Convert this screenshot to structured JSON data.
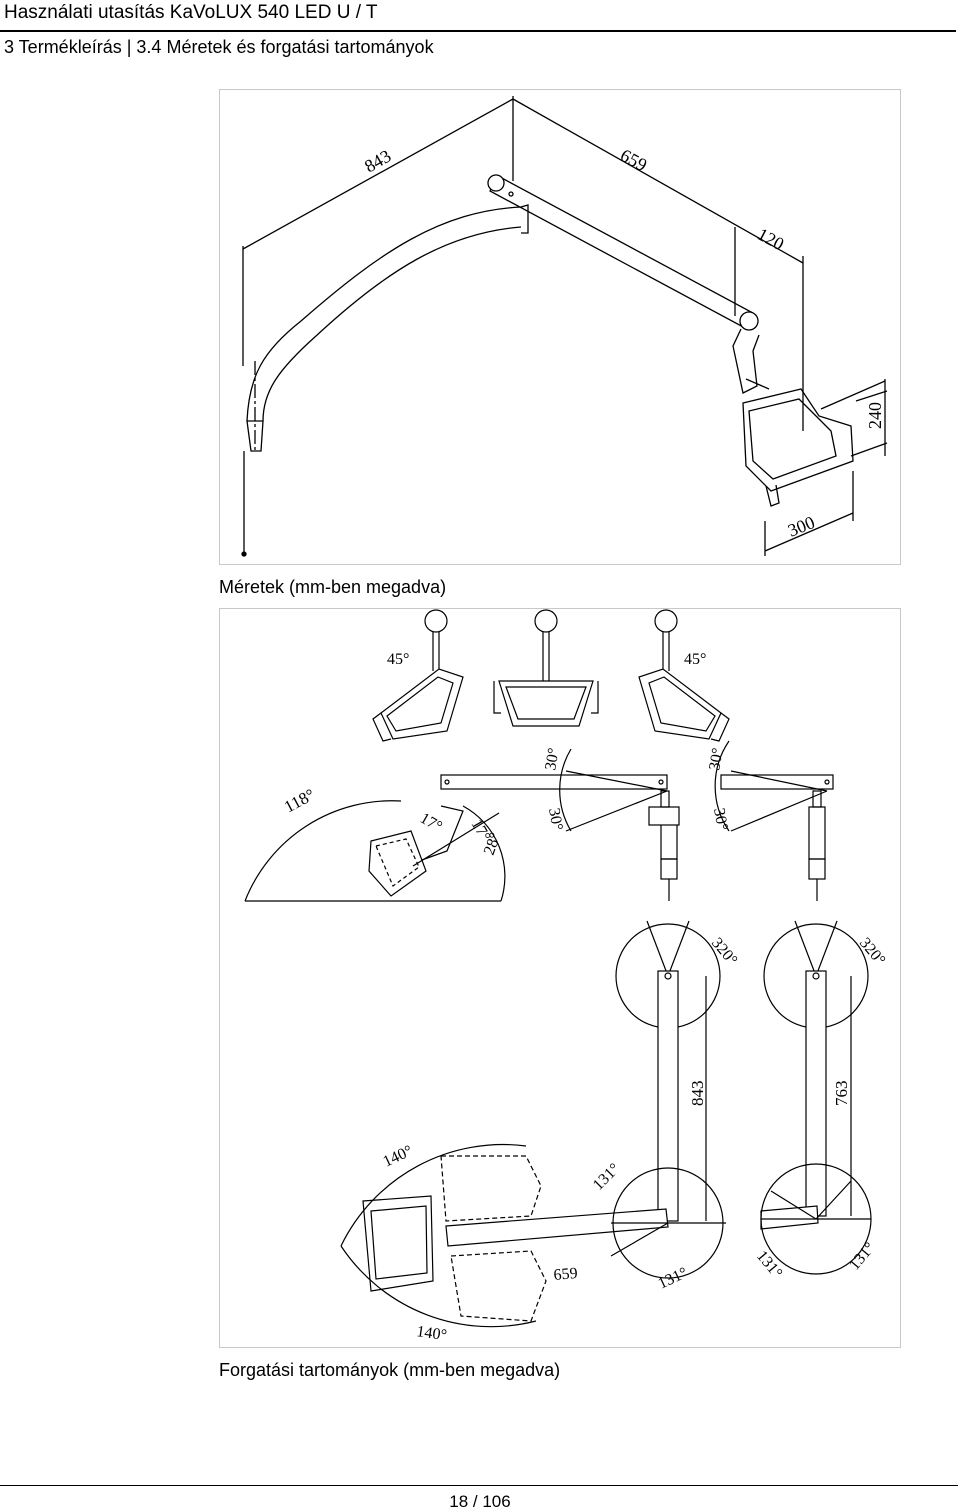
{
  "header": {
    "title": "Használati utasítás KaVoLUX 540 LED U / T",
    "section": "3 Termékleírás",
    "subsection": "3.4 Méretek és forgatási tartományok"
  },
  "figure1": {
    "caption": "Méretek (mm-ben megadva)",
    "dims": {
      "d843": "843",
      "d659": "659",
      "d120": "120",
      "d240": "240",
      "d300": "300"
    }
  },
  "figure2": {
    "caption": "Forgatási tartományok (mm-ben megadva)",
    "tilt": {
      "left": "45°",
      "right": "45°"
    },
    "side": {
      "a118": "118°",
      "a17a": "17°",
      "a17b": "17°",
      "a28": "28°"
    },
    "arm1": {
      "up": "30°",
      "down": "30°"
    },
    "arm2": {
      "up": "30°",
      "down": "30°"
    },
    "plan": {
      "r320a": "320°",
      "r320b": "320°",
      "d843": "843",
      "d763": "763",
      "d659": "659",
      "a140a": "140°",
      "a140b": "140°",
      "a131a": "131°",
      "a131b": "131°",
      "a131c": "131°",
      "a131d": "131°"
    }
  },
  "footer": {
    "page": "18 / 106"
  },
  "colors": {
    "line": "#000000",
    "frame_border": "#c8c8c8"
  }
}
